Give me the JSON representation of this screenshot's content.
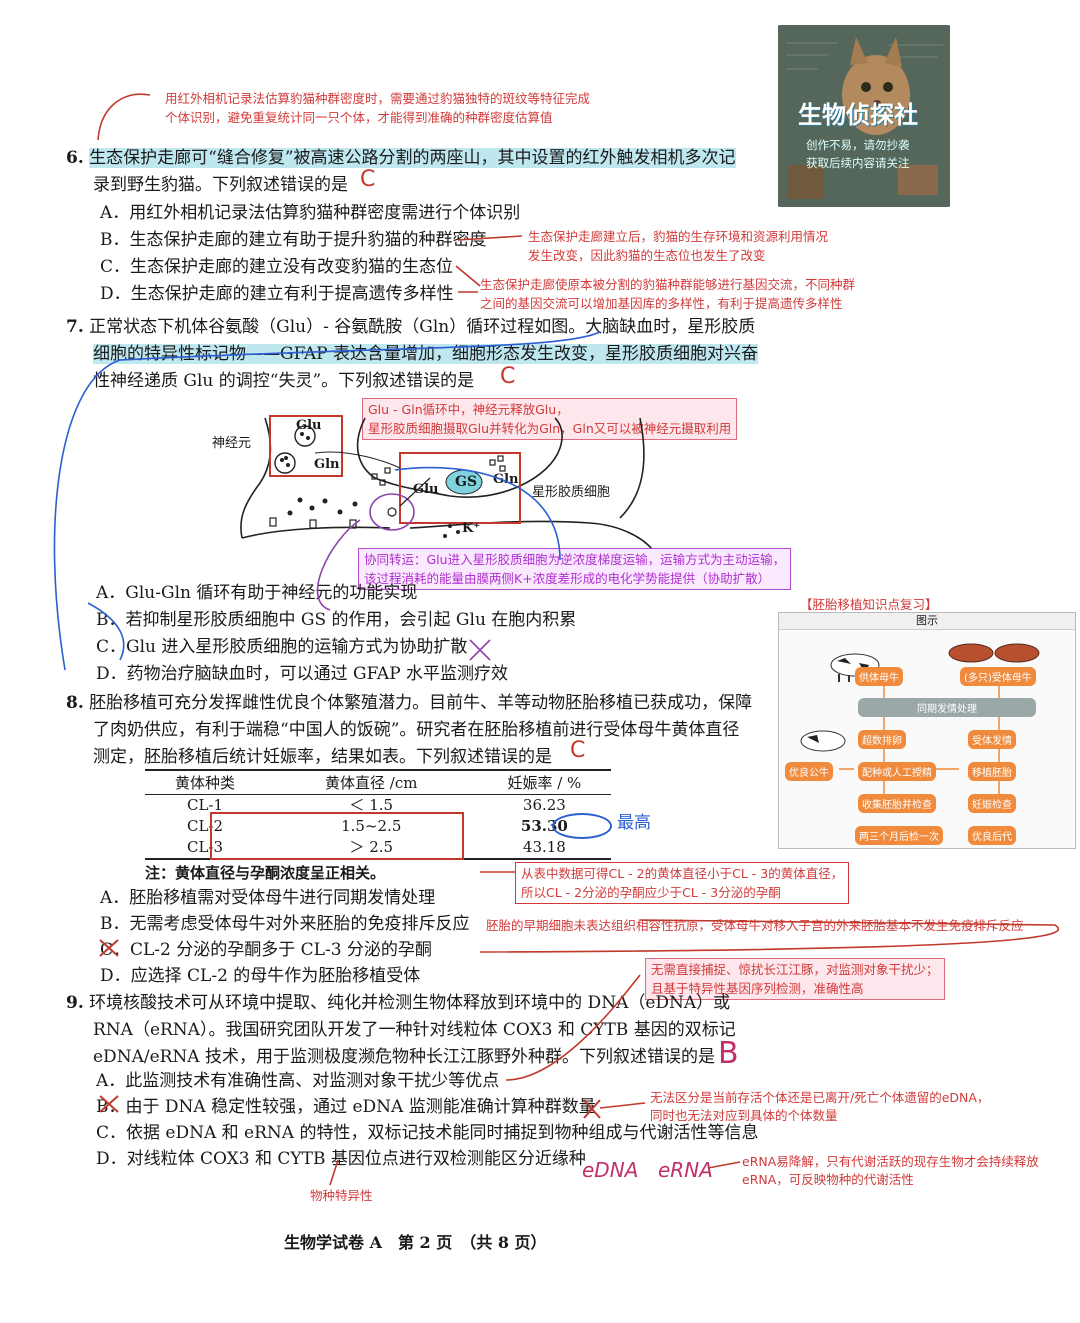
{
  "brand": {
    "title": "生物侦探社",
    "line1": "创作不易，请勿抄袭",
    "line2": "获取后续内容请关注"
  },
  "q6": {
    "note_top": [
      "用红外相机记录法估算豹猫种群密度时，需要通过豹猫独特的斑纹等特征完成",
      "个体识别，避免重复统计同一只个体，才能得到准确的种群密度估算值"
    ],
    "num": "6.",
    "stem1": "生态保护走廊可“缝合修复”被高速公路分割的两座山，其中设置的红外触发相机多次记",
    "stem2": "录到野生豹猫。下列叙述错误的是",
    "answer": "C",
    "options": [
      "A．用红外相机记录法估算豹猫种群密度需进行个体识别",
      "B．生态保护走廊的建立有助于提升豹猫的种群密度",
      "C．生态保护走廊的建立没有改变豹猫的生态位",
      "D．生态保护走廊的建立有利于提高遗传多样性"
    ],
    "note_b": [
      "生态保护走廊建立后，豹猫的生存环境和资源利用情况",
      "发生改变，因此豹猫的生态位也发生了改变"
    ],
    "note_d": [
      "生态保护走廊使原本被分割的豹猫种群能够进行基因交流，不同种群",
      "之间的基因交流可以增加基因库的多样性，有利于提高遗传多样性"
    ]
  },
  "q7": {
    "num": "7.",
    "stem1": "正常状态下机体谷氨酸（Glu）- 谷氨酰胺（Gln）循环过程如图。大脑缺血时，星形胶质",
    "stem2": "细胞的特异性标记物——GFAP 表达含量增加，细胞形态发生改变，星形胶质细胞对兴奋",
    "stem3": "性神经递质 Glu 的调控“失灵”。下列叙述错误的是",
    "answer": "C",
    "note_cycle": [
      "Glu - Gln循环中，神经元释放Glu，",
      "星形胶质细胞摄取Glu并转化为Gln，Gln又可以被神经元摄取利用"
    ],
    "diagram": {
      "neuron": "神经元",
      "astro": "星形胶质细胞",
      "glu": "Glu",
      "gln": "Gln",
      "gs": "GS",
      "k": "K⁺"
    },
    "note_transport": [
      "协同转运：Glu进入星形胶质细胞为逆浓度梯度运输，运输方式为主动运输，",
      "该过程消耗的能量由膜两侧K+浓度差形成的电化学势能提供（协助扩散）"
    ],
    "options": [
      "A．Glu-Gln 循环有助于神经元的功能实现",
      "B．若抑制星形胶质细胞中 GS 的作用，会引起 Glu 在胞内积累",
      "C．Glu 进入星形胶质细胞的运输方式为协助扩散",
      "D．药物治疗脑缺血时，可以通过 GFAP 水平监测疗效"
    ]
  },
  "review": {
    "title": "【胚胎移植知识点复习】",
    "header": "图示",
    "nodes": [
      "供体母牛",
      "(多只)受体母牛",
      "同期发情处理",
      "超数排卵",
      "受体发情",
      "优良公牛",
      "配种或人工授精",
      "移植胚胎",
      "收集胚胎并检查",
      "妊娠检查",
      "两三个月后检一次",
      "优良后代"
    ]
  },
  "q8": {
    "num": "8.",
    "stem1": "胚胎移植可充分发挥雌性优良个体繁殖潜力。目前牛、羊等动物胚胎移植已获成功，保障",
    "stem2": "了肉奶供应，有利于端稳“中国人的饭碗”。研究者在胚胎移植前进行受体母牛黄体直径",
    "stem3": "测定，胚胎移植后统计妊娠率，结果如表。下列叙述错误的是",
    "answer": "C",
    "table": {
      "headers": [
        "黄体种类",
        "黄体直径 /cm",
        "妊娠率 / %"
      ],
      "rows": [
        [
          "CL-1",
          "＜ 1.5",
          "36.23"
        ],
        [
          "CL-2",
          "1.5~2.5",
          "53.30"
        ],
        [
          "CL-3",
          "＞ 2.5",
          "43.18"
        ]
      ]
    },
    "highest": "最高",
    "table_note": "注：黄体直径与孕酮浓度呈正相关。",
    "note_table": [
      "从表中数据可得CL - 2的黄体直径小于CL - 3的黄体直径，",
      "所以CL - 2分泌的孕酮应少于CL - 3分泌的孕酮"
    ],
    "options": [
      "A．胚胎移植需对受体母牛进行同期发情处理",
      "B．无需考虑受体母牛对外来胚胎的免疫排斥反应",
      "C．CL-2 分泌的孕酮多于 CL-3 分泌的孕酮",
      "D．应选择 CL-2 的母牛作为胚胎移植受体"
    ],
    "note_b": "胚胎的早期细胞未表达组织相容性抗原，受体母牛对移入子宫的外来胚胎基本不发生免疫排斥反应"
  },
  "q9": {
    "note_top": [
      "无需直接捕捉、惊扰长江江豚，对监测对象干扰少；",
      "且基于特异性基因序列检测，准确性高"
    ],
    "num": "9.",
    "stem1": "环境核酸技术可从环境中提取、纯化并检测生物体释放到环境中的 DNA（eDNA）或",
    "stem2": "RNA（eRNA）。我国研究团队开发了一种针对线粒体 COX3 和 CYTB 基因的双标记",
    "stem3": "eDNA/eRNA 技术，用于监测极度濒危物种长江江豚野外种群。下列叙述错误的是",
    "answer": "B",
    "options": [
      "A．此监测技术有准确性高、对监测对象干扰少等优点",
      "B．由于 DNA 稳定性较强，通过 eDNA 监测能准确计算种群数量",
      "C．依据 eDNA 和 eRNA 的特性，双标记技术能同时捕捉到物种组成与代谢活性等信息",
      "D．对线粒体 COX3 和 CYTB 基因位点进行双检测能区分近缘种"
    ],
    "note_b": [
      "无法区分是当前存活个体还是已离开/死亡个体遗留的eDNA，",
      "同时也无法对应到具体的个体数量"
    ],
    "hw_edna": "eDNA",
    "hw_erna": "eRNA",
    "note_erna": [
      "eRNA易降解，只有代谢活跃的现存生物才会持续释放",
      "eRNA，可反映物种的代谢活性"
    ],
    "note_species": "物种特异性"
  },
  "footer": "生物学试卷 A　第 2 页　（共 8 页）"
}
